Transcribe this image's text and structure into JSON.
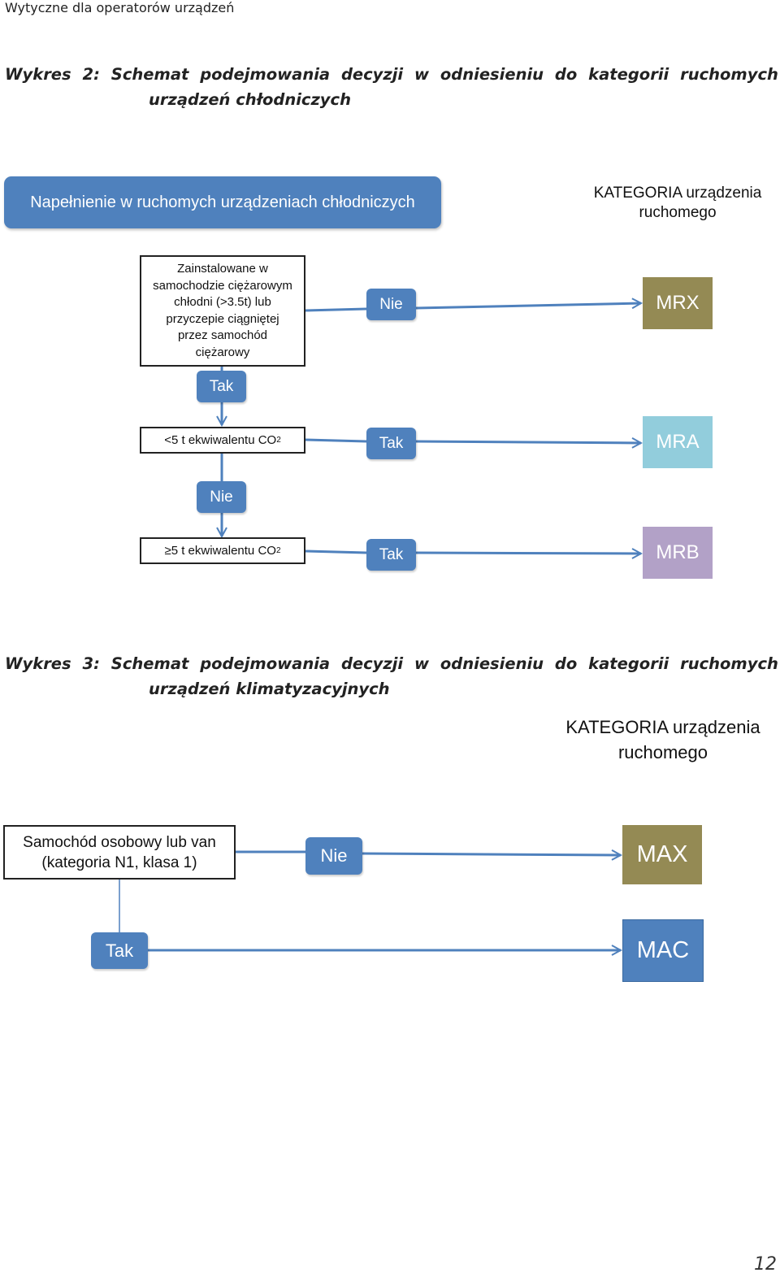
{
  "header": {
    "title": "Wytyczne dla operatorów urządzeń"
  },
  "diagram2": {
    "caption_words": [
      "Wykres",
      "2:",
      "Schemat",
      "podejmowania",
      "decyzji",
      "w",
      "odniesieniu",
      "do",
      "kategorii",
      "ruchomych"
    ],
    "caption_line2": "urządzeń chłodniczych",
    "banner": "Napełnienie w ruchomych urządzeniach chłodniczych",
    "category_header": {
      "line1": "KATEGORIA urządzenia",
      "line2": "ruchomego"
    },
    "question_box": {
      "lines": [
        "Zainstalowane w",
        "samochodzie ciężarowym",
        "chłodni (>3.5t) lub",
        "przyczepie ciągniętej",
        "przez samochód",
        "ciężarowy"
      ]
    },
    "box_lt5": {
      "text": "<5 t ekwiwalentu CO",
      "sub": "2"
    },
    "box_ge5": {
      "text": "≥5 t ekwiwalentu CO",
      "sub": "2"
    },
    "labels": {
      "nie_top": "Nie",
      "tak_down": "Tak",
      "tak_lt5": "Tak",
      "nie_down": "Nie",
      "tak_ge5": "Tak"
    },
    "categories": [
      {
        "code": "MRX",
        "color": "#948a54"
      },
      {
        "code": "MRA",
        "color": "#92cddc"
      },
      {
        "code": "MRB",
        "color": "#b2a1c7"
      }
    ]
  },
  "diagram3": {
    "caption_words": [
      "Wykres",
      "3:",
      "Schemat",
      "podejmowania",
      "decyzji",
      "w",
      "odniesieniu",
      "do",
      "kategorii",
      "ruchomych"
    ],
    "caption_line2": "urządzeń klimatyzacyjnych",
    "category_header": {
      "line1": "KATEGORIA urządzenia",
      "line2": "ruchomego"
    },
    "question_box": {
      "line1": "Samochód osobowy lub van",
      "line2": "(kategoria N1, klasa 1)"
    },
    "labels": {
      "nie": "Nie",
      "tak": "Tak"
    },
    "categories": [
      {
        "code": "MAX",
        "color": "#948a54"
      },
      {
        "code": "MAC",
        "color": "#4f81bd"
      }
    ]
  },
  "footer": {
    "page_number": "12"
  },
  "colors": {
    "line": "#4f81bd",
    "pill": "#4f81bd"
  }
}
